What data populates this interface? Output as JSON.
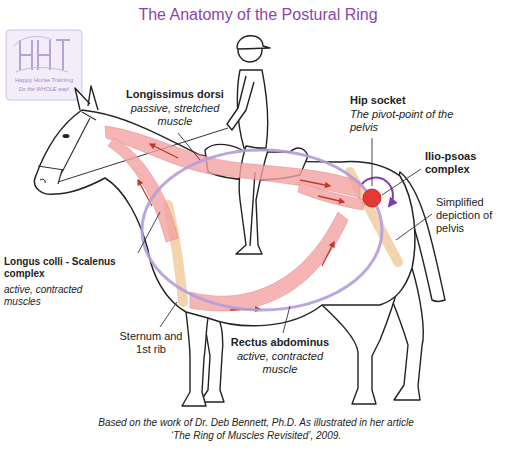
{
  "diagram": {
    "title": "The Anatomy of the Postural Ring",
    "caption": "Based on the work of Dr. Deb Bennett, Ph.D. As illustrated in her article ‘The Ring of Muscles Revisited’, 2009.",
    "labels": [
      "Happy Horse Training",
      "Do the WHOLE way!",
      "Longissimus dorsi",
      "passive, stretched muscle",
      "Hip socket",
      "The pivot-point of the pelvis",
      "Ilio-psoas complex",
      "Longus colli - Scalenus complex",
      "active, contracted muscles",
      "Simplified depiction of pelvis",
      "Sternum and 1st rib",
      "Rectus abdominus",
      "active, contracted muscle"
    ]
  }
}
